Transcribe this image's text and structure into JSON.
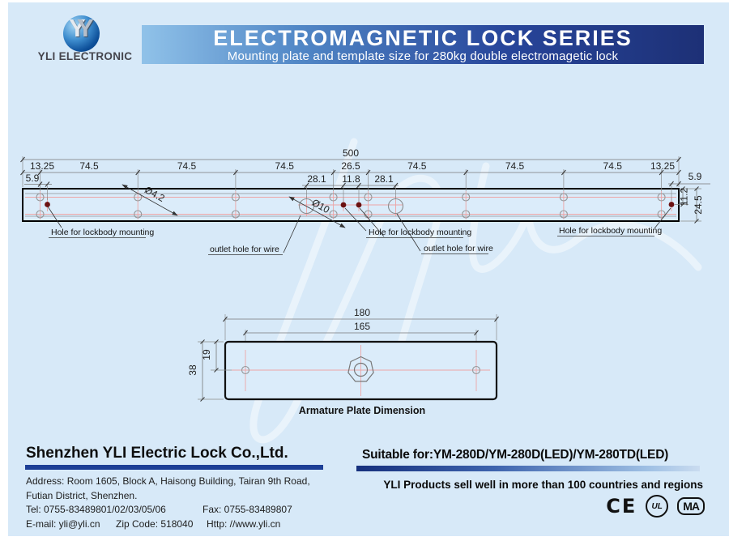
{
  "header": {
    "logo_text": "YLI ELECTRONIC",
    "title": "ELECTROMAGNETIC LOCK SERIES",
    "subtitle": "Mounting plate and template size for 280kg double electromagetic lock"
  },
  "colors": {
    "page_bg": "#d7e9f8",
    "banner_dark": "#1d3076",
    "banner_light": "#90c2e9",
    "bar_navy": "#1d3f96",
    "centerline_pink": "#eda5a5",
    "lockbody_hole_dot": "#6b1111"
  },
  "template_drawing": {
    "total_width": "500",
    "dims_top": [
      "13.25",
      "74.5",
      "74.5",
      "74.5",
      "26.5",
      "74.5",
      "74.5",
      "74.5",
      "13.25"
    ],
    "offset_left": "5.9",
    "offset_right": "5.9",
    "dims_mid": [
      "28.1",
      "11.8",
      "28.1"
    ],
    "dim_hole_height": "11.2",
    "dim_total_height": "24.5",
    "dia_small": "Ø4.2",
    "dia_outlet": "Ø10",
    "label_hole_left": "Hole for lockbody mounting",
    "label_outlet_left": "outlet hole for wire",
    "label_hole_mid": "Hole for lockbody mounting",
    "label_outlet_mid": "outlet hole for wire",
    "label_hole_right": "Hole for lockbody mounting"
  },
  "armature_drawing": {
    "dim_width_outer": "180",
    "dim_width_holes": "165",
    "dim_height_outer": "38",
    "dim_height_center": "19",
    "caption": "Armature Plate Dimension"
  },
  "footer": {
    "company": "Shenzhen YLI Electric Lock Co.,Ltd.",
    "address_line1": "Address: Room 1605, Block A, Haisong Building, Tairan 9th Road,",
    "address_line2": "Futian District, Shenzhen.",
    "tel": "Tel: 0755-83489801/02/03/05/06",
    "fax": "Fax: 0755-83489807",
    "email": "E-mail: yli@yli.cn",
    "zip": "Zip Code: 518040",
    "http": "Http: //www.yli.cn",
    "suitable": "Suitable for:YM-280D/YM-280D(LED)/YM-280TD(LED)",
    "products_line": "YLI Products sell well in more than 100 countries and regions",
    "cert_ce": "CE",
    "cert_ul": "UL",
    "cert_ma": "MA"
  }
}
